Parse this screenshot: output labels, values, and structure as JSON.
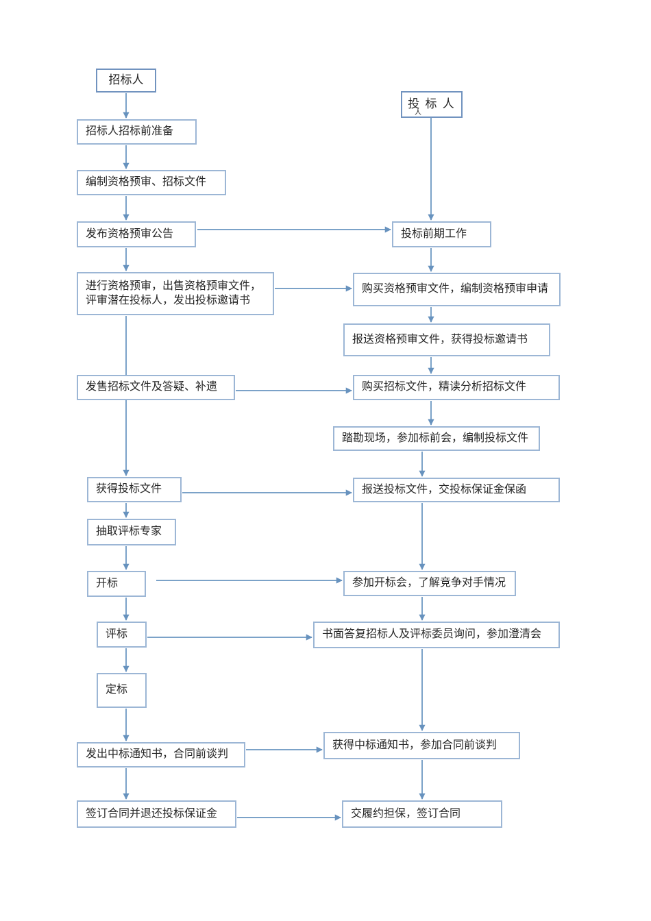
{
  "colors": {
    "box_border": "#9cb6d5",
    "header_border": "#7193bf",
    "connector_line": "#7ba2c8",
    "arrowhead": "#6792be",
    "text": "#262626",
    "background": "#ffffff"
  },
  "left": {
    "header": {
      "label": "招标人"
    },
    "steps": [
      {
        "label": "招标人招标前准备"
      },
      {
        "label": "编制资格预审、招标文件"
      },
      {
        "label": "发布资格预审公告"
      },
      {
        "label": "进行资格预审，出售资格预审文件，\n评审潜在投标人，发出投标邀请书"
      },
      {
        "label": "发售招标文件及答疑、补遗"
      },
      {
        "label": "获得投标文件"
      },
      {
        "label": "抽取评标专家"
      },
      {
        "label": "开标"
      },
      {
        "label": "评标"
      },
      {
        "label": "定标"
      },
      {
        "label": "发出中标通知书，合同前谈判"
      },
      {
        "label": "签订合同并退还投标保证金"
      }
    ]
  },
  "right": {
    "header": {
      "label": "投 标 人",
      "stray": "人"
    },
    "steps": [
      {
        "label": "投标前期工作"
      },
      {
        "label": "购买资格预审文件，编制资格预审申请"
      },
      {
        "label": "报送资格预审文件，获得投标邀请书"
      },
      {
        "label": "购买招标文件，精读分析招标文件"
      },
      {
        "label": "踏勘现场，参加标前会，编制投标文件"
      },
      {
        "label": "报送投标文件，交投标保证金保函"
      },
      {
        "label": "参加开标会，了解竞争对手情况"
      },
      {
        "label": "书面答复招标人及评标委员询问，参加澄清会"
      },
      {
        "label": "获得中标通知书，参加合同前谈判"
      },
      {
        "label": "交履约担保，签订合同"
      }
    ]
  }
}
